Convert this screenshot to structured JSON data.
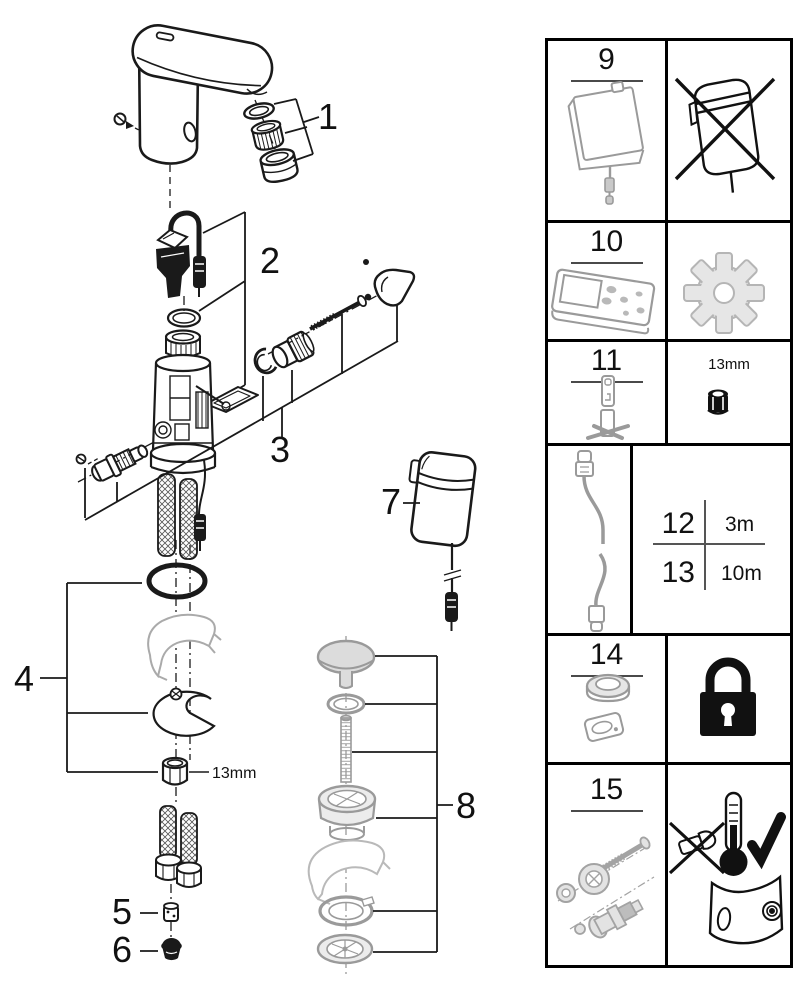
{
  "diagram": {
    "part_labels": {
      "p1": "1",
      "p2": "2",
      "p3": "3",
      "p4": "4",
      "p5": "5",
      "p6": "6",
      "p7": "7",
      "p8": "8"
    },
    "nut_size_annotation": "13mm",
    "parts": [
      {
        "label": "1",
        "name": "aerator-assembly"
      },
      {
        "label": "2",
        "name": "solenoid-valve-with-cable-and-o-ring"
      },
      {
        "label": "3",
        "name": "handle-and-check-valve-set"
      },
      {
        "label": "4",
        "name": "fastening-set-with-13mm-nut"
      },
      {
        "label": "5",
        "name": "filter-insert"
      },
      {
        "label": "6",
        "name": "plug"
      },
      {
        "label": "7",
        "name": "power-supply-adapter"
      },
      {
        "label": "8",
        "name": "pop-up-waste-set"
      }
    ]
  },
  "parts_table": {
    "cells": {
      "c9": {
        "number": "9",
        "item_icon": "battery-power-box-icon",
        "note_icon": "mains-adapter-prohibited-icon"
      },
      "c10": {
        "number": "10",
        "item_icon": "remote-control-icon",
        "note_icon": "gear-icon"
      },
      "c11": {
        "number": "11",
        "item_icon": "socket-wrench-icon",
        "note_icon": "hex-nut-icon",
        "note_label": "13mm"
      },
      "c12_13": {
        "item_icon": "extension-cable-icon",
        "rows": [
          {
            "number": "12",
            "length": "3m"
          },
          {
            "number": "13",
            "length": "10m"
          }
        ]
      },
      "c14": {
        "number": "14",
        "item_icon": "sensor-trim-set-icon",
        "note_icon": "padlock-icon"
      },
      "c15": {
        "number": "15",
        "item_icon": "valve-fitting-set-icon",
        "note_icons": [
          "no-handle-prohibited-icon",
          "thermometer-ok-icon",
          "protective-shroud-icon"
        ]
      }
    }
  },
  "colors": {
    "line": "#1a1a1a",
    "gray_part": "#9a9a9a",
    "light_fill": "#e6e6e6",
    "underline": "#4a4a4a",
    "background": "#ffffff"
  }
}
